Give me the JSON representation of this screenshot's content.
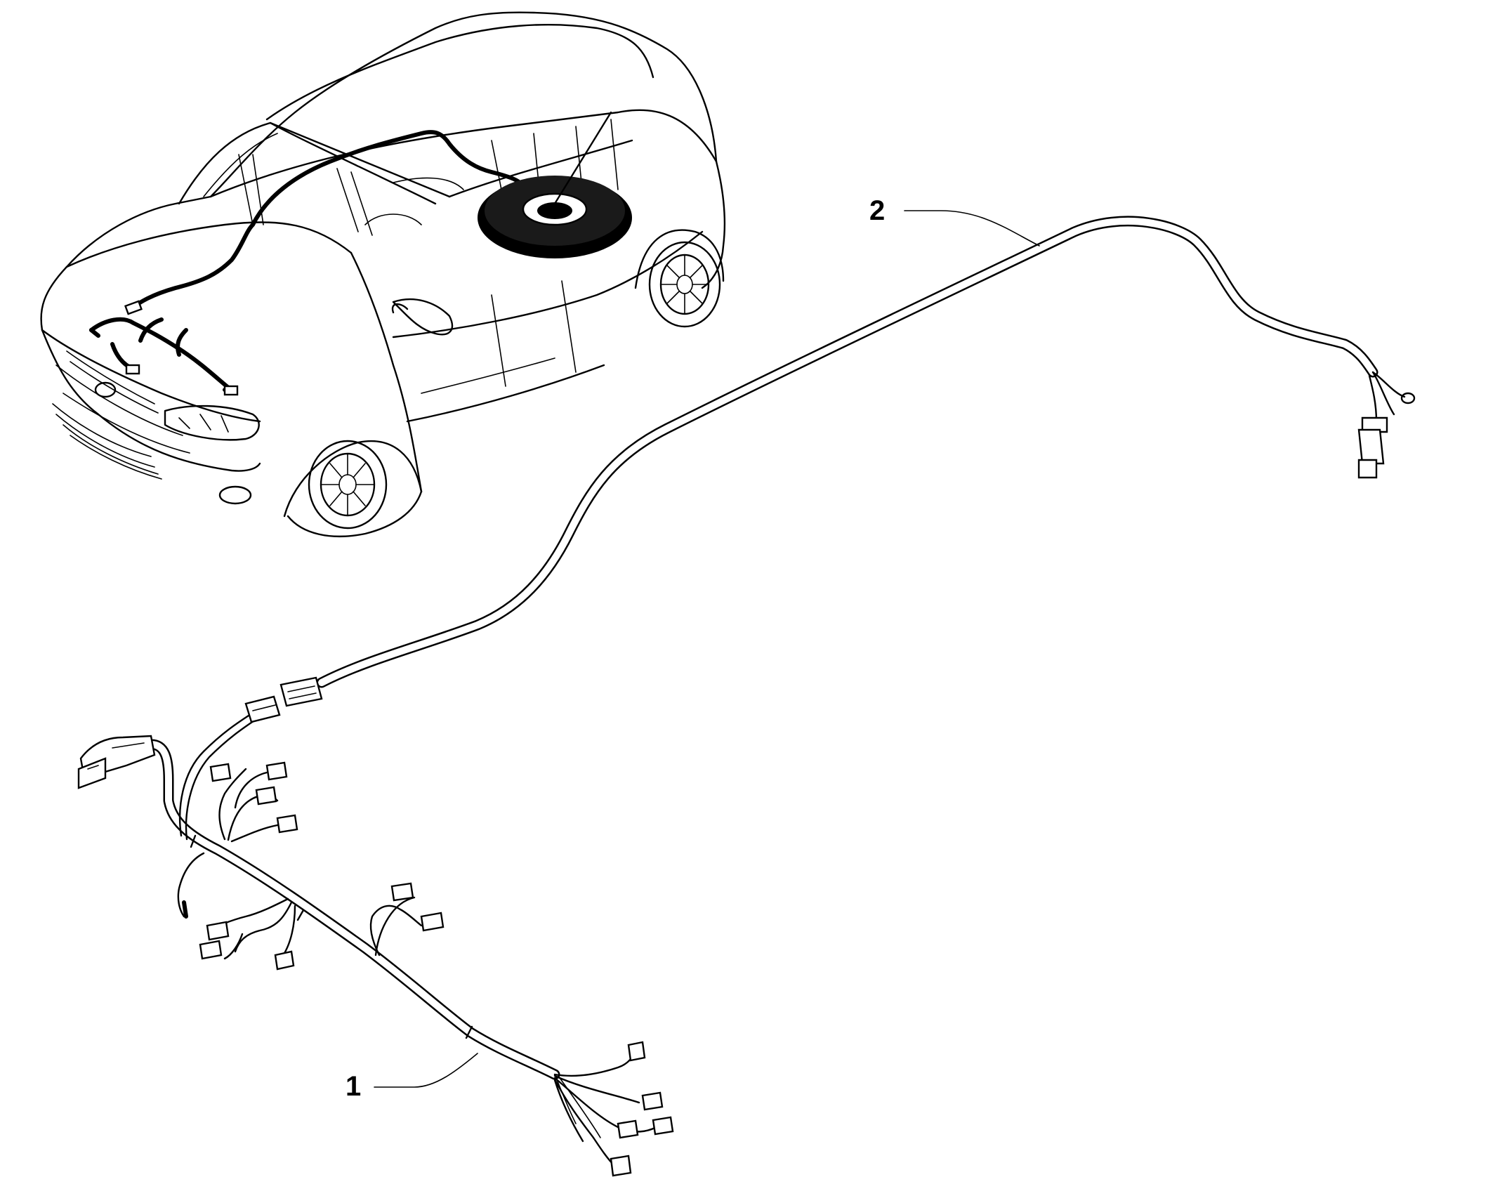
{
  "callouts": [
    {
      "id": "harness-front",
      "label": "1"
    },
    {
      "id": "harness-rear",
      "label": "2"
    }
  ],
  "colors": {
    "line": "#000000",
    "background": "#ffffff"
  }
}
